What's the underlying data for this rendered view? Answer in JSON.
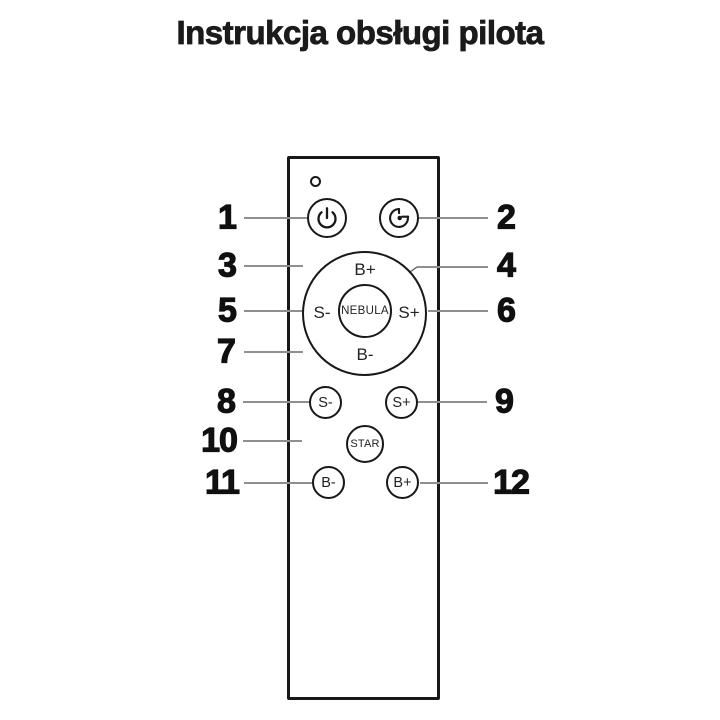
{
  "title": "Instrukcja obsługi pilota",
  "colors": {
    "outline": "#181818",
    "callout_line": "#8f8f8f",
    "pointer_line": "#6e6e6e",
    "background": "#ffffff",
    "text": "#1b1b1b"
  },
  "remote": {
    "led": {
      "icon": "led-indicator"
    },
    "top_buttons": {
      "power": {
        "icon": "power-icon"
      },
      "timer": {
        "icon": "timer-icon"
      }
    },
    "dpad": {
      "up": "B+",
      "left": "S-",
      "right": "S+",
      "down": "B-",
      "center": "NEBULA"
    },
    "buttons": {
      "s_minus": "S-",
      "s_plus": "S+",
      "star": "STAR",
      "b_minus": "B-",
      "b_plus": "B+"
    }
  },
  "callouts": {
    "left": [
      "1",
      "3",
      "5",
      "7",
      "8",
      "10",
      "11"
    ],
    "right": [
      "2",
      "4",
      "6",
      "9",
      "12"
    ]
  }
}
